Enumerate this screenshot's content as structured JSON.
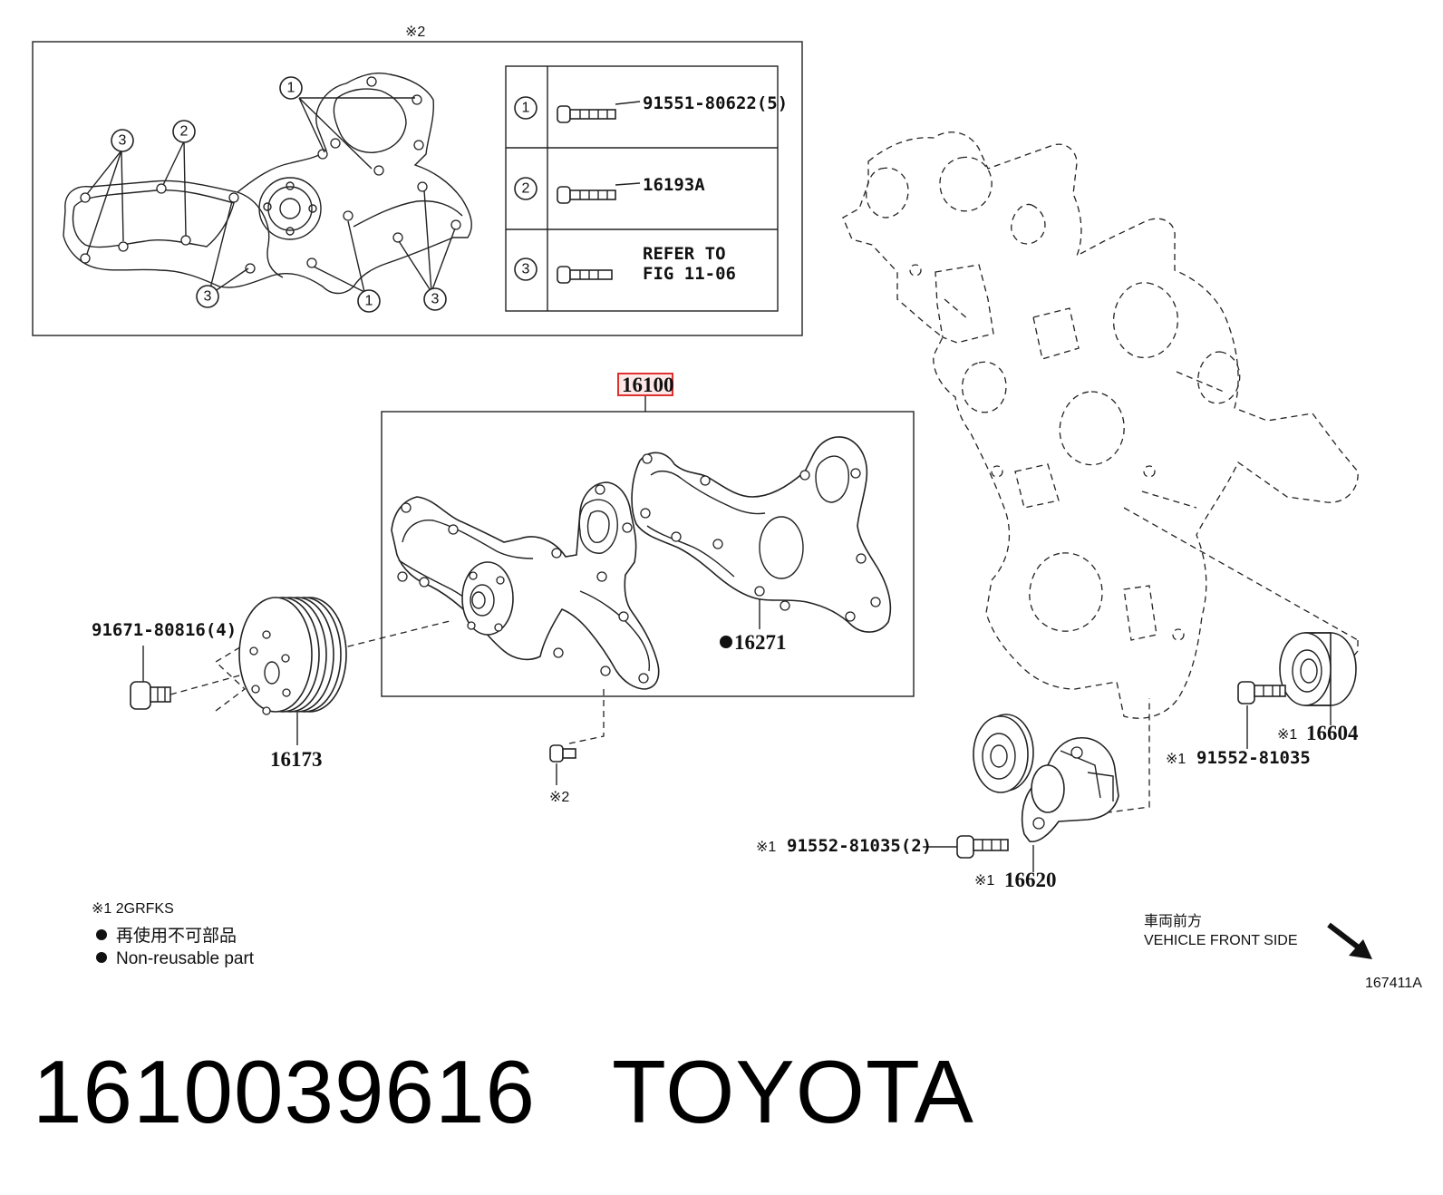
{
  "inset": {
    "mark": "※2",
    "legend": [
      {
        "num": "1",
        "text": "91551-80622(5)"
      },
      {
        "num": "2",
        "text": "16193A"
      },
      {
        "num": "3",
        "line1": "REFER TO",
        "line2": "FIG 11-06"
      }
    ],
    "callouts": [
      "1",
      "2",
      "3",
      "3",
      "1",
      "3"
    ]
  },
  "main": {
    "assembly": "16100",
    "gasket": "16271",
    "pulley": "16173",
    "pulley_bolt": "91671-80816(4)",
    "bottom_bolt_mark": "※2",
    "idler": "16604",
    "idler_mark": "※1",
    "idler_bolt_mark": "※1",
    "idler_bolt": "91552-81035",
    "tensioner": "16620",
    "tensioner_mark": "※1",
    "tensioner_bolt_mark": "※1",
    "tensioner_bolt": "91552-81035(2)",
    "highlight_color": "#e03030"
  },
  "notes": {
    "line1": "※1 2GRFKS",
    "line2": "再使用不可部品",
    "line3": "Non-reusable part"
  },
  "direction": {
    "jp": "車両前方",
    "en": "VEHICLE FRONT SIDE",
    "code": "167411A"
  },
  "footer": {
    "part_number": "1610039616",
    "brand": "TOYOTA"
  }
}
